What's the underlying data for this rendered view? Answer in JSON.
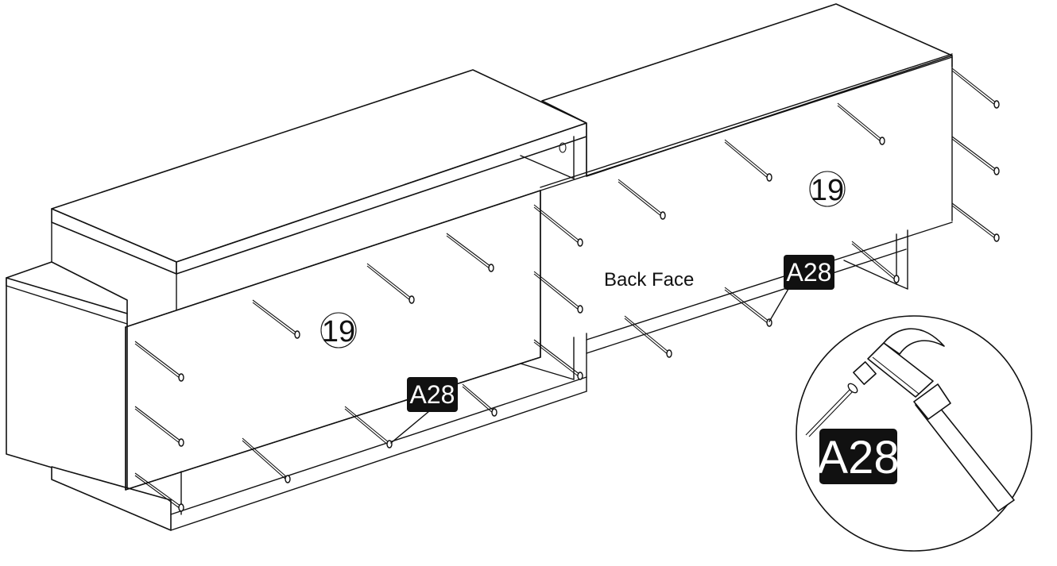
{
  "parts": {
    "panel_left": "19",
    "panel_right": "19",
    "back_face": "Back Face"
  },
  "hardware": {
    "tag_left": "A28",
    "tag_right": "A28",
    "tag_detail": "A28"
  },
  "icons": {
    "tool": "hammer-icon",
    "fastener": "nail-icon"
  },
  "colors": {
    "line": "#111111",
    "tag_background": "#111111",
    "tag_text": "#ffffff",
    "background": "#ffffff"
  }
}
